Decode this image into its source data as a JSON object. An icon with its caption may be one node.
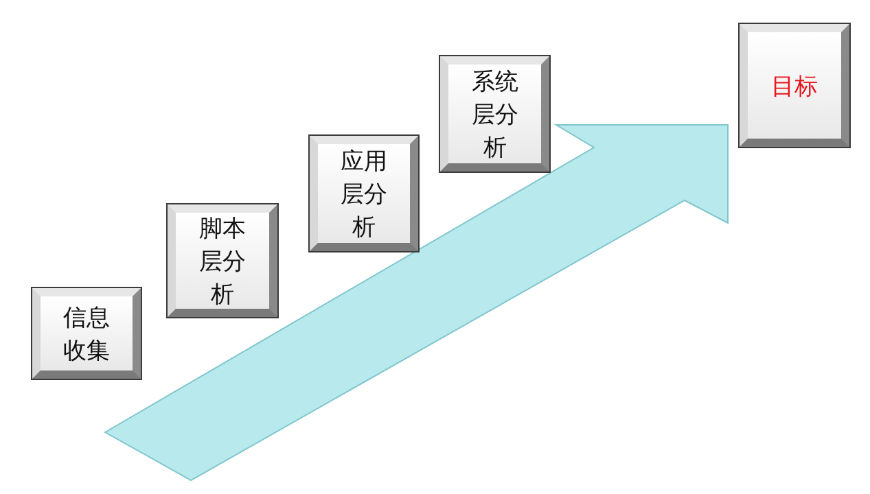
{
  "diagram": {
    "nodes": [
      {
        "text": [
          "信息收集"
        ]
      },
      {
        "text": [
          "脚本层分析"
        ]
      },
      {
        "text": [
          "应用层分析"
        ]
      },
      {
        "text": [
          "系统层分析"
        ]
      },
      {
        "text": [
          "目标"
        ]
      }
    ],
    "edges": []
  }
}
